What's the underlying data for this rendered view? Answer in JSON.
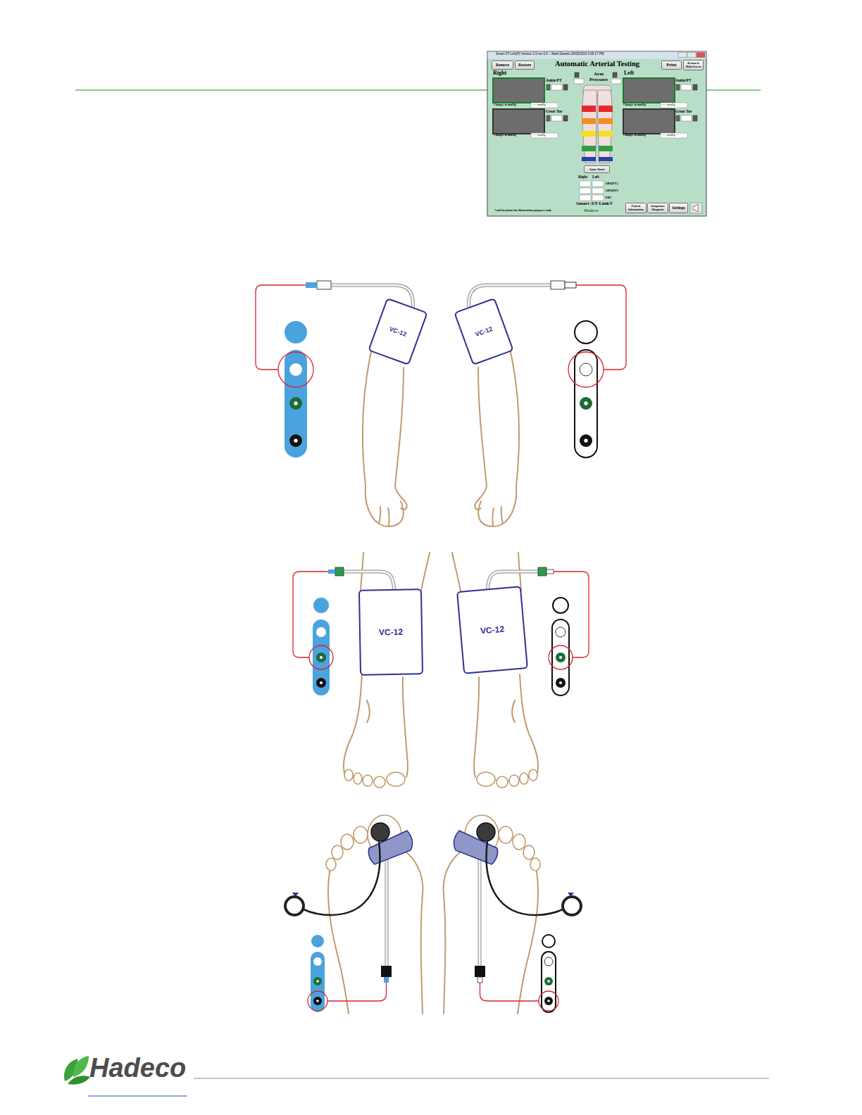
{
  "diagram": {
    "nodes": [
      {
        "text": [
          "Smart-XT-Link(R) Version 2.0 rev 0.0 -- Mark Daniels 28/05/2014 3:05:17 PM",
          "Automatic Arterial Testing"
        ]
      },
      {
        "text": [
          "Remove"
        ],
        "in": 0
      },
      {
        "text": [
          "Restore"
        ],
        "in": 0
      },
      {
        "text": [
          "Print"
        ],
        "in": 0
      },
      {
        "text": [
          "Return to Main Screen"
        ],
        "in": 0
      },
      {
        "text": [
          "Auto Start"
        ],
        "in": 0
      },
      {
        "text": [
          "Patient Information"
        ],
        "in": 0
      },
      {
        "text": [
          "Symptoms/ Diagnosis"
        ],
        "in": 0
      },
      {
        "text": [
          "Settings"
        ],
        "in": 0
      },
      {
        "text": [
          "VC-12"
        ]
      },
      {
        "text": [
          "VC-12"
        ]
      },
      {
        "text": [
          "VC-12"
        ]
      },
      {
        "text": [
          "VC-12"
        ]
      }
    ],
    "labels": [
      "Right",
      "Arm Pressure",
      "Left",
      "Ankle/PT",
      "Ankle/PT",
      "Changes in mmHg",
      "---.- mmHg",
      "Changes in mmHg",
      "---.- mmHg",
      "Great Toe",
      "Great Toe",
      "Changes in mmHg",
      "---.- mmHg",
      "Changes in mmHg",
      "---.- mmHg",
      "Right",
      "Left",
      "ABI(PT)",
      "ABI(DP)",
      "TBI",
      "Smart-XT-Link®",
      "Hadeco",
      "*cuff locations for illustration purposes only",
      "Hadeco"
    ]
  }
}
